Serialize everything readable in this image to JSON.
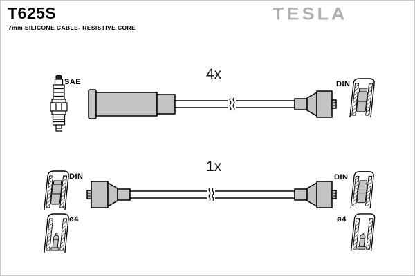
{
  "header": {
    "part_number": "T625S",
    "description": "7mm SILICONE CABLE- RESISTIVE CORE",
    "brand_logo": "TESLA"
  },
  "colors": {
    "connector_fill": "#c3c3c3",
    "brand_gray": "#b1b1b1",
    "outline": "#000000",
    "background": "#ffffff"
  },
  "cables": [
    {
      "quantity": "4x",
      "left_end": {
        "connector": "SAE",
        "icon": "spark-plug-icon"
      },
      "right_end": {
        "connector": "DIN",
        "icon": "din-socket-icon"
      }
    },
    {
      "quantity": "1x",
      "left_end_options": [
        {
          "connector": "DIN",
          "icon": "din-socket-icon"
        },
        {
          "connector": "ø4",
          "icon": "o4-socket-icon"
        }
      ],
      "right_end_options": [
        {
          "connector": "DIN",
          "icon": "din-socket-icon"
        },
        {
          "connector": "ø4",
          "icon": "o4-socket-icon"
        }
      ]
    }
  ]
}
